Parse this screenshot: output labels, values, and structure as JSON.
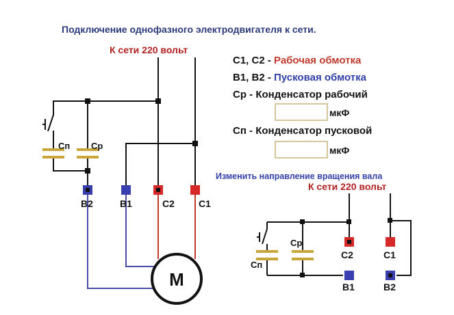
{
  "title": "Подключение однофазного электродвигателя к сети.",
  "mains_label": "К сети 220 вольт",
  "legend": {
    "line1_prefix": "С1, С2 - ",
    "line1_value": "Рабочая обмотка",
    "line2_prefix": "В1, В2 - ",
    "line2_value": "Пусковая обмотка",
    "line3": "Ср - Конденсатор рабочий",
    "unit1": "мкФ",
    "line4": "Сп - Конденсатор пусковой",
    "unit2": "мкФ"
  },
  "terminals": {
    "b2": "В2",
    "b1": "В1",
    "c2": "С2",
    "c1": "С1"
  },
  "capacitors": {
    "start": "Сп",
    "run": "Ср"
  },
  "motor_label": "M",
  "reverse": {
    "title": "Изменить направление вращения вала",
    "mains_label": "К сети 220 вольт",
    "cap_start": "Сп",
    "cap_run": "Ср",
    "c2": "С2",
    "c1": "С1",
    "b1": "В1",
    "b2": "В2"
  },
  "colors": {
    "wire_black": "#111111",
    "wire_red": "#c0392b",
    "wire_blue": "#4a4aa8",
    "terminal_red": "#d62828",
    "terminal_blue": "#3a3fb0",
    "capacitor": "#c8a63a"
  }
}
